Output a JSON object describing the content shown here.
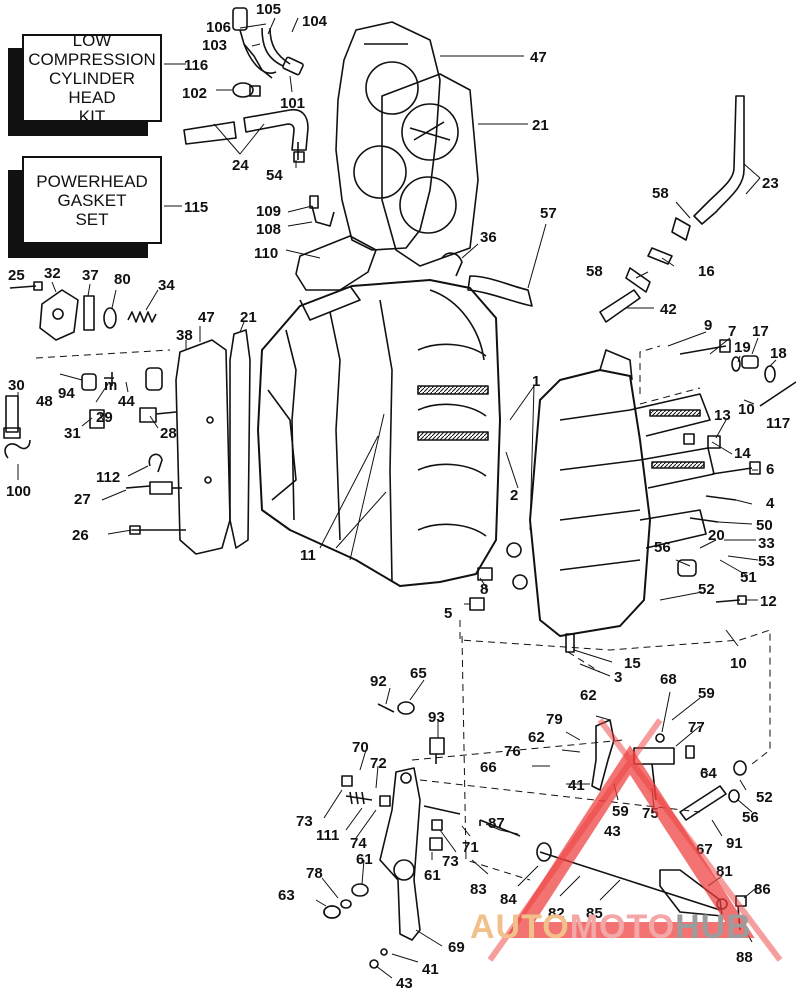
{
  "boxes": {
    "kit_116": {
      "lines": [
        "LOW",
        "COMPRESSION",
        "CYLINDER HEAD",
        "KIT"
      ]
    },
    "kit_115": {
      "lines": [
        "POWERHEAD",
        "GASKET",
        "SET"
      ]
    }
  },
  "labels": {
    "l106": "106",
    "l105": "105",
    "l104": "104",
    "l103": "103",
    "l102": "102",
    "l101": "101",
    "l116": "116",
    "l115": "115",
    "l47a": "47",
    "l21a": "21",
    "l24": "24",
    "l54": "54",
    "l109": "109",
    "l108": "108",
    "l110": "110",
    "l36": "36",
    "l57": "57",
    "l23": "23",
    "l58a": "58",
    "l58b": "58",
    "l16": "16",
    "l42": "42",
    "l25": "25",
    "l32": "32",
    "l37": "37",
    "l80": "80",
    "l34": "34",
    "l38": "38",
    "l47b": "47",
    "l21b": "21",
    "l30": "30",
    "l48": "48",
    "lm": "m",
    "l94": "94",
    "l44": "44",
    "l31": "31",
    "l29": "29",
    "l28": "28",
    "l100": "100",
    "l112": "112",
    "l27": "27",
    "l26": "26",
    "l11": "11",
    "l1": "1",
    "l2": "2",
    "l9": "9",
    "l7": "7",
    "l19": "19",
    "l17": "17",
    "l18": "18",
    "l10a": "10",
    "l117": "117",
    "l13": "13",
    "l14": "14",
    "l6": "6",
    "l4": "4",
    "l50": "50",
    "l20": "20",
    "l33": "33",
    "l53": "53",
    "l56a": "56",
    "l51": "51",
    "l8": "8",
    "l5": "5",
    "l52a": "52",
    "l12": "12",
    "l10b": "10",
    "l15": "15",
    "l3": "3",
    "l92": "92",
    "l65": "65",
    "l68": "68",
    "l59a": "59",
    "l62a": "62",
    "l93": "93",
    "l79": "79",
    "l77": "77",
    "l62b": "62",
    "l76": "76",
    "l66": "66",
    "l64": "64",
    "l70": "70",
    "l72": "72",
    "l41a": "41",
    "l52b": "52",
    "l59b": "59",
    "l75": "75",
    "l56b": "56",
    "l73a": "73",
    "l111": "111",
    "l87": "87",
    "l43a": "43",
    "l91": "91",
    "l74": "74",
    "l73b": "73",
    "l71": "71",
    "l67": "67",
    "l61a": "61",
    "l61b": "61",
    "l78": "78",
    "l83": "83",
    "l84": "84",
    "l81": "81",
    "l86": "86",
    "l63": "63",
    "l82": "82",
    "l85": "85",
    "l69": "69",
    "l88": "88",
    "l41b": "41",
    "l43b": "43"
  },
  "watermark": {
    "part1": "AUTO",
    "part2": "MOTO",
    "part3": "HUB",
    "colors": {
      "auto": "#f2c08a",
      "moto": "#f4a7a7",
      "hub": "#9c9c9c",
      "triangle": "#ee3b3b"
    }
  }
}
